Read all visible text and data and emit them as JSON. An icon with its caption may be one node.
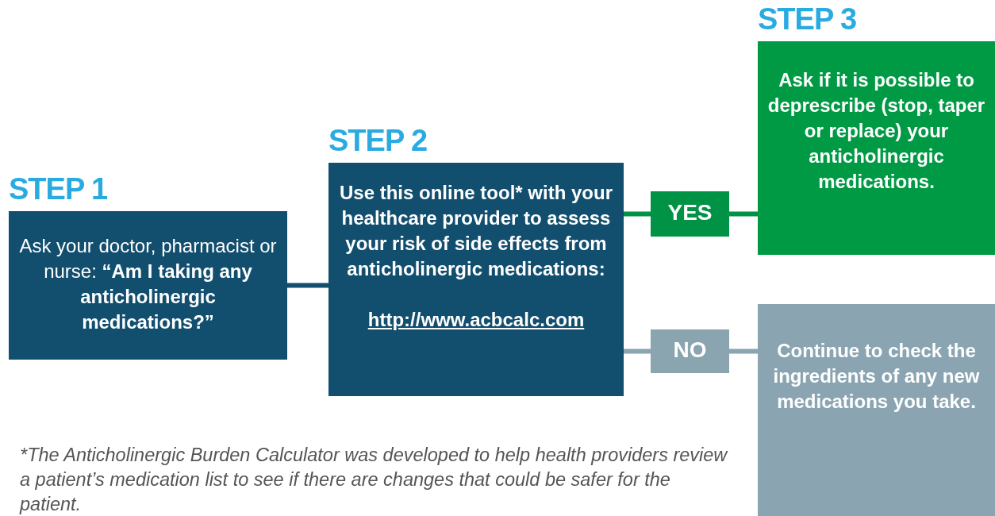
{
  "diagram": {
    "nodes": [
      {
        "text": [
          "STEP 1",
          "Ask your doctor, pharmacist or nurse: **“Am I taking any anticholinergic medications?”**"
        ]
      },
      {
        "text": [
          "STEP 2",
          "Use this online tool* with your healthcare provider to assess your risk of side effects from anticholinergic medications:",
          "http://www.acbcalc.com"
        ]
      },
      {
        "text": [
          "YES"
        ]
      },
      {
        "text": [
          "STEP 3",
          "Ask if it is possible to deprescribe (stop, taper or replace) your anticholinergic medications."
        ]
      },
      {
        "text": [
          "NO"
        ]
      },
      {
        "text": [
          "Continue to check the ingredients of any new medications you take."
        ]
      }
    ],
    "edges": [
      {
        "from": 0,
        "to": 1,
        "arrow": "none"
      },
      {
        "from": 1,
        "to": 2,
        "arrow": "none",
        "color": "#009245"
      },
      {
        "from": 2,
        "to": 3,
        "arrow": "none",
        "color": "#009245"
      },
      {
        "from": 1,
        "to": 4,
        "arrow": "none",
        "color": "#8aa4b0"
      },
      {
        "from": 4,
        "to": 5,
        "arrow": "none",
        "color": "#8aa4b0"
      }
    ],
    "labels": [
      "*The Anticholinergic Burden Calculator was developed to help health providers review a patient’s medication list to see if there are changes that could be safer for the patient."
    ]
  }
}
